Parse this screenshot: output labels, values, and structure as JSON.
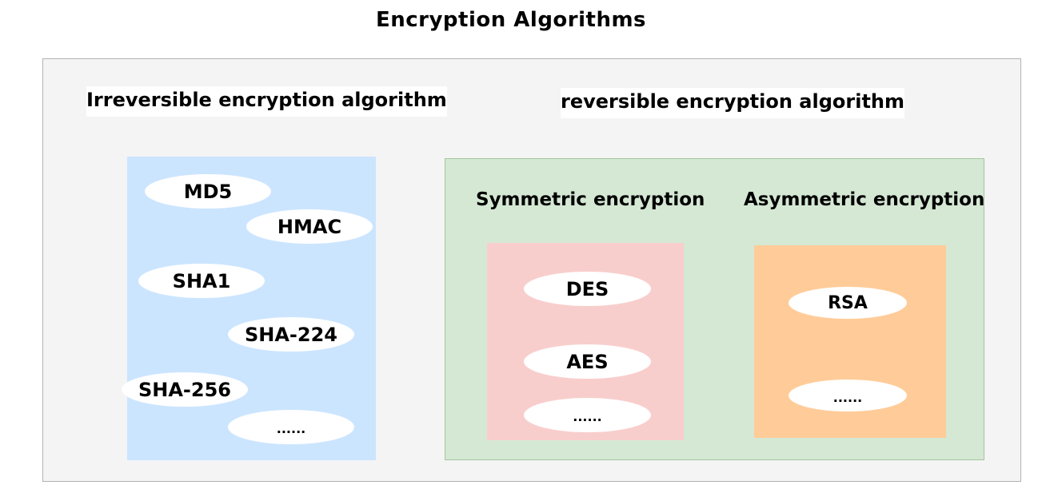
{
  "title": "Encryption Algorithms",
  "irreversible": {
    "heading": "Irreversible encryption algorithm",
    "items": [
      "MD5",
      "HMAC",
      "SHA1",
      "SHA-224",
      "SHA-256",
      "......"
    ]
  },
  "reversible": {
    "heading": "reversible encryption algorithm",
    "symmetric": {
      "heading": "Symmetric encryption",
      "items": [
        "DES",
        "AES",
        "......"
      ]
    },
    "asymmetric": {
      "heading": "Asymmetric encryption",
      "items": [
        "RSA",
        "......"
      ]
    }
  },
  "colors": {
    "irreversible_fill": "#cce5ff",
    "reversible_fill": "#d5e8d4",
    "symmetric_fill": "#f8cecc",
    "asymmetric_fill": "#ffcc99"
  }
}
